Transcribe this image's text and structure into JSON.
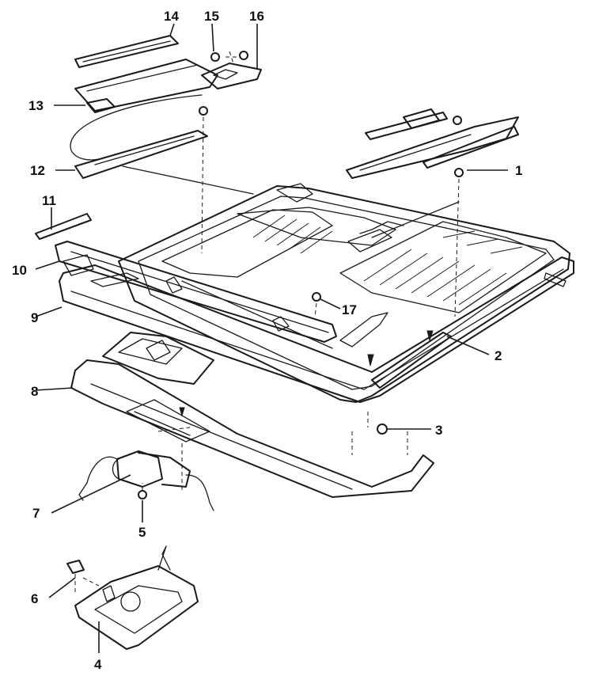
{
  "diagram": {
    "callouts": [
      {
        "id": "1",
        "text": "1"
      },
      {
        "id": "2",
        "text": "2"
      },
      {
        "id": "3",
        "text": "3"
      },
      {
        "id": "4",
        "text": "4"
      },
      {
        "id": "5",
        "text": "5"
      },
      {
        "id": "6",
        "text": "6"
      },
      {
        "id": "7",
        "text": "7"
      },
      {
        "id": "8",
        "text": "8"
      },
      {
        "id": "9",
        "text": "9"
      },
      {
        "id": "10",
        "text": "10"
      },
      {
        "id": "11",
        "text": "11"
      },
      {
        "id": "12",
        "text": "12"
      },
      {
        "id": "13",
        "text": "13"
      },
      {
        "id": "14",
        "text": "14"
      },
      {
        "id": "15",
        "text": "15"
      },
      {
        "id": "16",
        "text": "16"
      },
      {
        "id": "17",
        "text": "17"
      }
    ],
    "colors": {
      "line": "#1a1a1a",
      "background": "#ffffff"
    }
  }
}
